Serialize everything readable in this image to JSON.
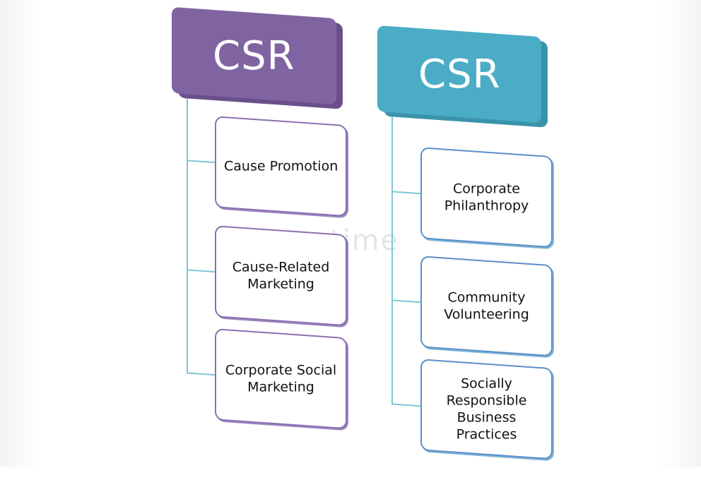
{
  "left_column": {
    "header": "CSR",
    "items": [
      "Cause Promotion",
      "Cause-Related Marketing",
      "Corporate Social Marketing"
    ]
  },
  "right_column": {
    "header": "CSR",
    "items": [
      "Corporate Philanthropy",
      "Community Volunteering",
      "Socially Responsible Business Practices"
    ]
  },
  "watermark": "dreamstime",
  "colors": {
    "left_header": "#8064a2",
    "right_header": "#4bacc6",
    "connector": "#7fc6d4"
  }
}
